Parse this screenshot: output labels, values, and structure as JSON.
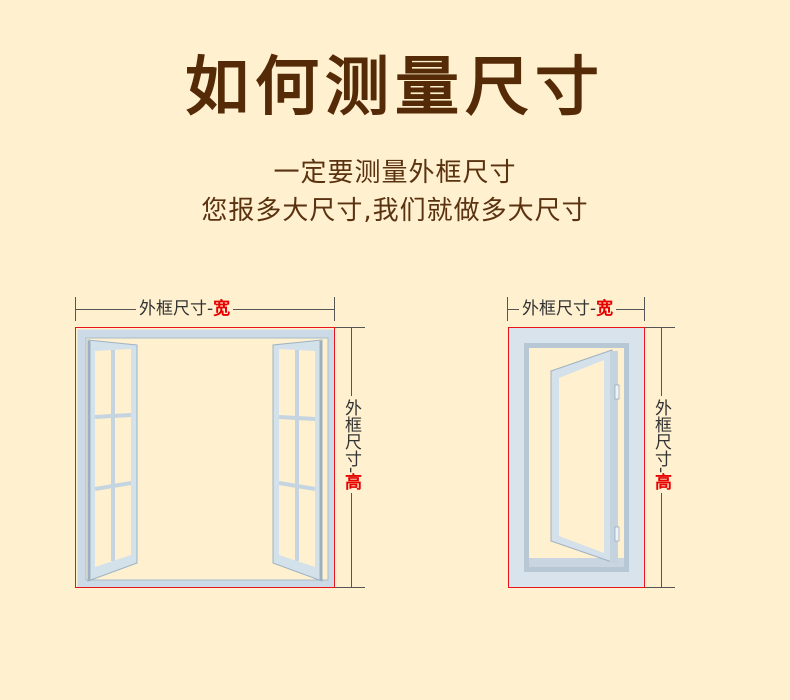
{
  "header": {
    "title": "如何测量尺寸",
    "subtitle_line1": "一定要测量外框尺寸",
    "subtitle_line2": "您报多大尺寸,我们就做多大尺寸"
  },
  "diagrams": [
    {
      "name": "double-casement-window",
      "width_label": "外框尺寸-",
      "width_highlight": "宽",
      "height_label": "外框尺寸-",
      "height_highlight": "高"
    },
    {
      "name": "single-casement-window",
      "width_label": "外框尺寸-",
      "width_highlight": "宽",
      "height_label": "外框尺寸-",
      "height_highlight": "高"
    }
  ],
  "colors": {
    "background": "#fff0cf",
    "title": "#552a06",
    "highlight": "#e60000",
    "frame_outline": "#e8141c",
    "window_frame": "#c9d8e4"
  }
}
